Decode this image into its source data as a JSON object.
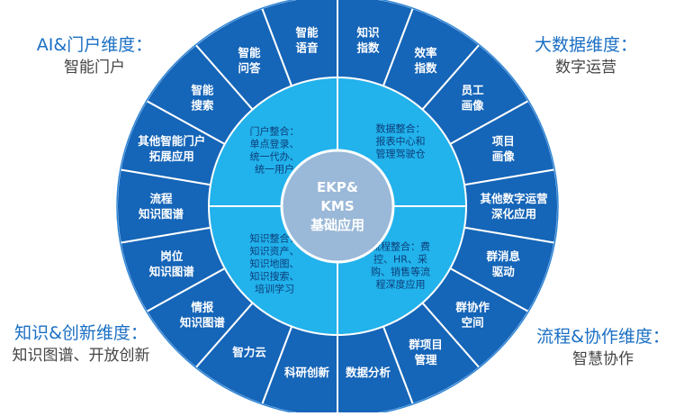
{
  "colors": {
    "outer_ring": "#1565b8",
    "outer_ring_edge": "#2f85d6",
    "inner_ring": "#22b2ec",
    "center": "#9ab8d8",
    "divider": "#ffffff",
    "corner_title": "#1a6fc4",
    "corner_subtitle": "#444444",
    "inner_text": "#0d3d78"
  },
  "corners": {
    "top_left": {
      "title": "AI&门户维度：",
      "subtitle": "智能门户"
    },
    "top_right": {
      "title": "大数据维度：",
      "subtitle": "数字运营"
    },
    "bottom_left": {
      "title": "知识&创新维度：",
      "subtitle": "知识图谱、开放创新"
    },
    "bottom_right": {
      "title": "流程&协作维度：",
      "subtitle": "智慧协作"
    }
  },
  "center": {
    "lines": [
      "EKP&",
      "KMS",
      "基础应用"
    ]
  },
  "quadrants": [
    {
      "lines": [
        "数据整合：",
        "报表中心和",
        "管理驾驶仓"
      ]
    },
    {
      "lines": [
        "流程整合：费",
        "控、HR、采",
        "购、销售等流",
        "程深度应用"
      ]
    },
    {
      "lines": [
        "知识整合：",
        "知识资产、",
        "知识地图、",
        "知识搜索、",
        "培训学习"
      ]
    },
    {
      "lines": [
        "门户整合：",
        "单点登录、",
        "统一代办、",
        "统一用户"
      ]
    }
  ],
  "segments": [
    {
      "lines": [
        "知识",
        "指数"
      ]
    },
    {
      "lines": [
        "效率",
        "指数"
      ]
    },
    {
      "lines": [
        "员工",
        "画像"
      ]
    },
    {
      "lines": [
        "项目",
        "画像"
      ]
    },
    {
      "lines": [
        "其他数字运营",
        "深化应用"
      ]
    },
    {
      "lines": [
        "群消息",
        "驱动"
      ]
    },
    {
      "lines": [
        "群协作",
        "空间"
      ]
    },
    {
      "lines": [
        "群项目",
        "管理"
      ]
    },
    {
      "lines": [
        "数据分析"
      ]
    },
    {
      "lines": [
        "科研创新"
      ]
    },
    {
      "lines": [
        "智力云"
      ]
    },
    {
      "lines": [
        "情报",
        "知识图谱"
      ]
    },
    {
      "lines": [
        "岗位",
        "知识图谱"
      ]
    },
    {
      "lines": [
        "流程",
        "知识图谱"
      ]
    },
    {
      "lines": [
        "其他智能门户",
        "拓展应用"
      ]
    },
    {
      "lines": [
        "智能",
        "搜索"
      ]
    },
    {
      "lines": [
        "智能",
        "问答"
      ]
    },
    {
      "lines": [
        "智能",
        "语音"
      ]
    }
  ]
}
